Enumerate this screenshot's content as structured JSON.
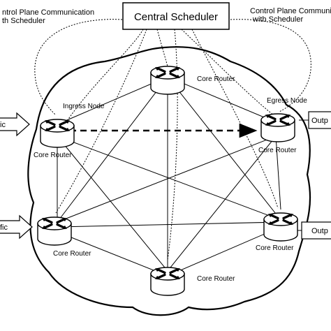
{
  "scheduler": {
    "label": "Central Scheduler"
  },
  "control_plane": {
    "left_line1": "ntrol Plane Communication",
    "left_line2": "th Scheduler",
    "right_line1": "Control Plane Communication",
    "right_line2": "with Scheduler"
  },
  "routers": [
    {
      "id": "top",
      "label": "Core Router"
    },
    {
      "id": "ingress",
      "label": "Core Router",
      "role": "Ingress Node"
    },
    {
      "id": "egress",
      "label": "Core Router",
      "role": "Egress Node"
    },
    {
      "id": "left",
      "label": "Core Router"
    },
    {
      "id": "right",
      "label": "Core Router"
    },
    {
      "id": "bottom",
      "label": "Core Router"
    }
  ],
  "io": {
    "in_top": "ic",
    "in_bottom": "fic",
    "out_top": "Outp",
    "out_bottom": "Outp"
  },
  "icons": {
    "router": "router-x-arrows-icon",
    "arrow": "arrow-right-icon"
  }
}
